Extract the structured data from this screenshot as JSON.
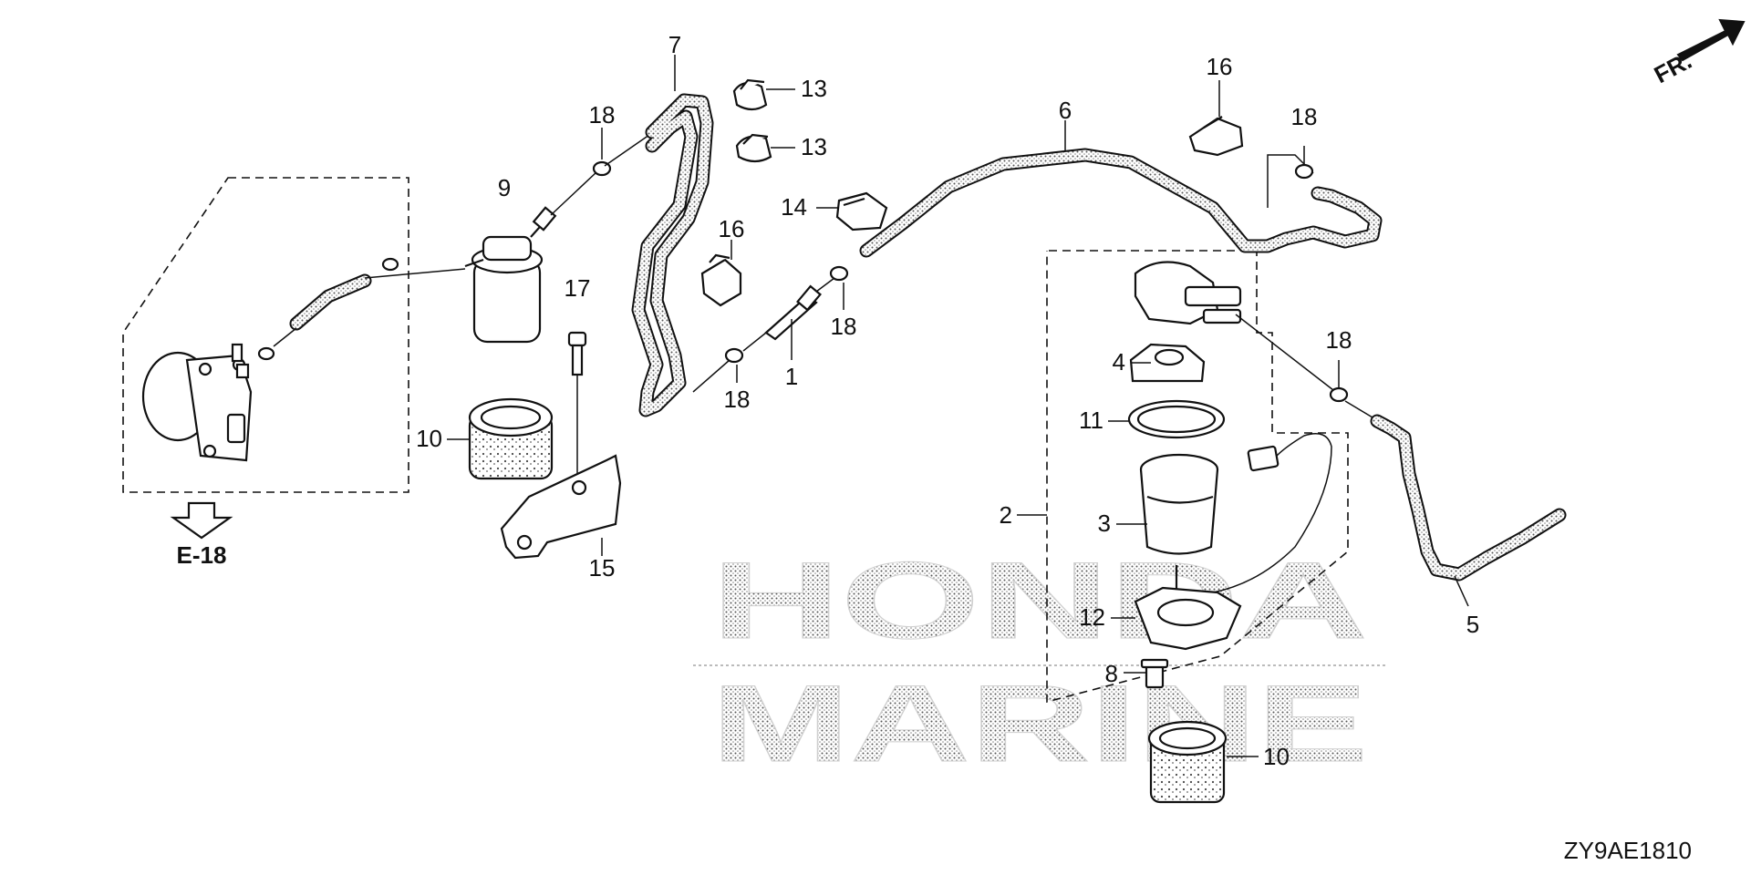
{
  "diagram": {
    "callouts": {
      "c1": "1",
      "c2": "2",
      "c3": "3",
      "c4": "4",
      "c5": "5",
      "c6": "6",
      "c7": "7",
      "c8": "8",
      "c9": "9",
      "c10a": "10",
      "c10b": "10",
      "c11": "11",
      "c12": "12",
      "c13a": "13",
      "c13b": "13",
      "c14": "14",
      "c15": "15",
      "c16a": "16",
      "c16b": "16",
      "c17": "17",
      "c18a": "18",
      "c18b": "18",
      "c18c": "18",
      "c18d": "18",
      "c18e": "18"
    },
    "reference": "E-18",
    "front_label": "FR.",
    "watermark": {
      "line1": "HONDA",
      "line2": "MARINE"
    },
    "diagram_code": "ZY9AE1810"
  }
}
